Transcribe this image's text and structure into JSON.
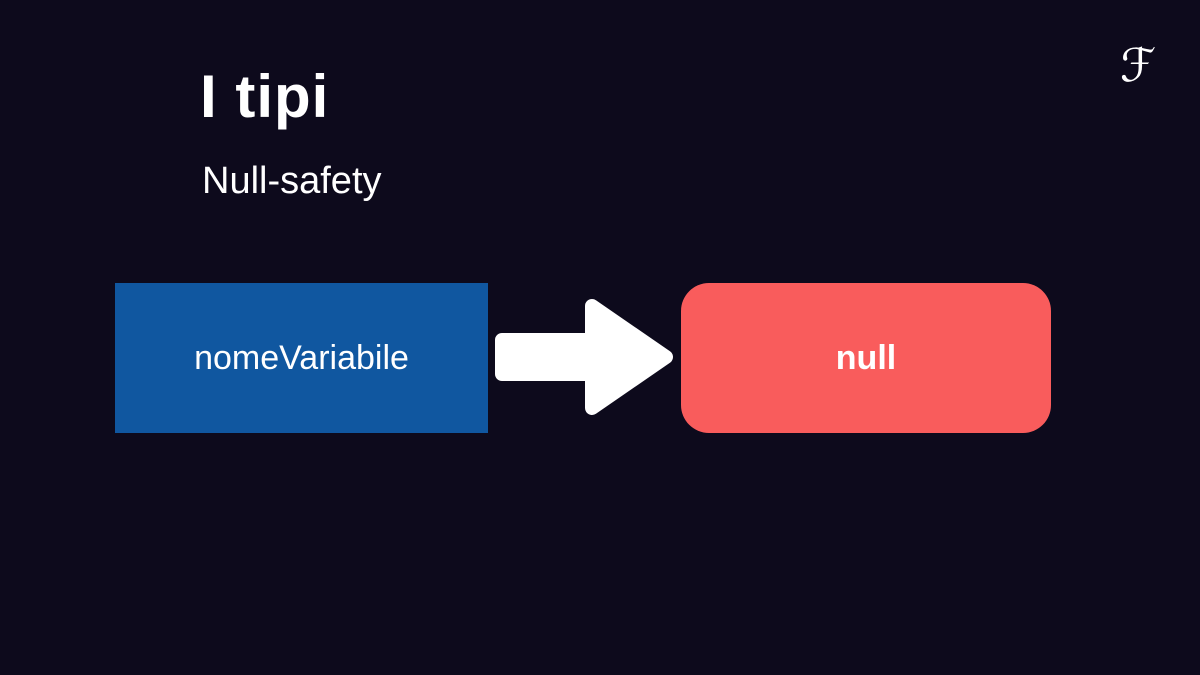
{
  "slide": {
    "title": "I tipi",
    "subtitle": "Null-safety",
    "logo_glyph": "ℱ"
  },
  "diagram": {
    "variable_box": {
      "label": "nomeVariabile",
      "color": "#1057a0"
    },
    "arrow": {
      "icon": "arrow-right-icon",
      "color": "#ffffff"
    },
    "null_box": {
      "label": "null",
      "color": "#f95c5c"
    }
  },
  "colors": {
    "background": "#0d0a1c",
    "blue": "#1057a0",
    "red": "#f95c5c",
    "text": "#ffffff"
  }
}
